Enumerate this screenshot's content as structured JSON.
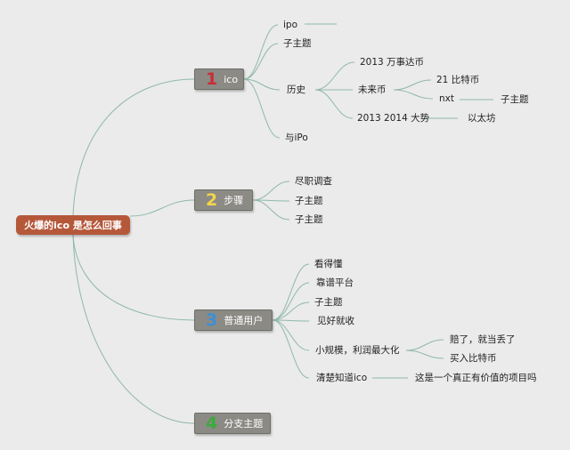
{
  "root": {
    "label": "火爆的ico 是怎么回事"
  },
  "branches": [
    {
      "num": "1",
      "label": "ico",
      "num_color": "#c92d3a"
    },
    {
      "num": "2",
      "label": "步骤",
      "num_color": "#f2d64a"
    },
    {
      "num": "3",
      "label": "普通用户",
      "num_color": "#3c8fd6"
    },
    {
      "num": "4",
      "label": "分支主题",
      "num_color": "#3daa3d"
    }
  ],
  "nodes": {
    "ipo": "ipo",
    "b1_subtopic": "子主题",
    "history": "历史",
    "with_ipo": "与iPo",
    "wanshida": "2013 万事达币",
    "future_coin": "未来币",
    "bitcoin21": "21 比特币",
    "nxt": "nxt",
    "nxt_subtopic": "子主题",
    "trend": "2013 2014 大势",
    "ethereum": "以太坊",
    "due_diligence": "尽职调查",
    "b2_subtopic_1": "子主题",
    "b2_subtopic_2": "子主题",
    "understand": "看得懂",
    "reliable_platform": "靠谱平台",
    "b3_subtopic": "子主题",
    "take_profit": "见好就收",
    "small_scale": "小规模，利润最大化",
    "lose_it": "赔了，就当丢了",
    "buy_bitcoin": "买入比特币",
    "know_ico": "清楚知道ico",
    "valuable_project": "这是一个真正有价值的项目吗"
  },
  "colors": {
    "line": "#8fb8a8",
    "background": "#ebebeb",
    "root_fill": "#b5583a",
    "branch_fill": "#8b8a85"
  }
}
